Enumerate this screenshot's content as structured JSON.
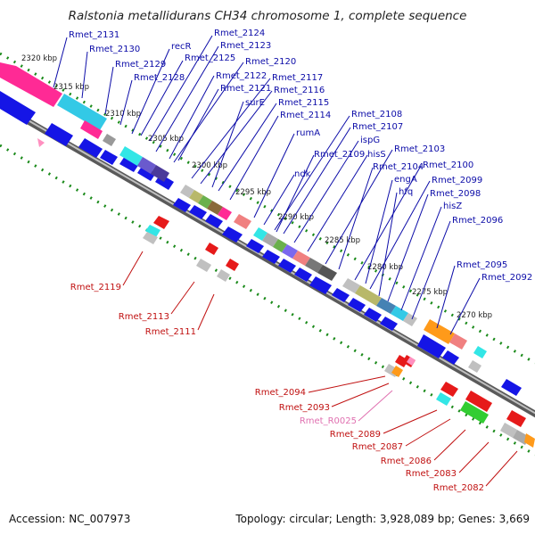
{
  "title": "Ralstonia metallidurans CH34 chromosome 1, complete sequence",
  "footer": {
    "accession": "Accession: NC_007973",
    "summary": "Topology: circular; Length: 3,928,089 bp; Genes: 3,669"
  },
  "colors": {
    "backbone": "#8a8a8a",
    "blue_gene": "#1515e6",
    "red_gene": "#e61a1a",
    "tick_dots": "#1a8a1a",
    "label_blue": "#0c0ca8",
    "label_red": "#c01010",
    "label_pink": "#e070b0"
  },
  "ticks": [
    "2320 kbp",
    "2315 kbp",
    "2310 kbp",
    "2305 kbp",
    "2300 kbp",
    "2295 kbp",
    "2290 kbp",
    "2285 kbp",
    "2280 kbp",
    "2275 kbp",
    "2270 kbp"
  ],
  "labels_top": [
    "Rmet_2131",
    "Rmet_2130",
    "Rmet_2129",
    "Rmet_2128",
    "recR",
    "Rmet_2124",
    "Rmet_2123",
    "Rmet_2125",
    "Rmet_2120",
    "Rmet_2122",
    "Rmet_2117",
    "Rmet_2121",
    "Rmet_2116",
    "surE",
    "Rmet_2115",
    "Rmet_2114",
    "rumA",
    "Rmet_2108",
    "Rmet_2107",
    "ispG",
    "hisS",
    "ndk",
    "Rmet_2109",
    "Rmet_2103",
    "Rmet_2104",
    "Rmet_2100",
    "engA",
    "Rmet_2099",
    "hfq",
    "Rmet_2098",
    "hisZ",
    "Rmet_2096",
    "Rmet_2095",
    "Rmet_2092"
  ],
  "labels_bottom": [
    "Rmet_2119",
    "Rmet_2113",
    "Rmet_2111",
    "Rmet_2094",
    "Rmet_2093",
    "Rmet_R0025",
    "Rmet_2089",
    "Rmet_2087",
    "Rmet_2086",
    "Rmet_2083",
    "Rmet_2082"
  ]
}
